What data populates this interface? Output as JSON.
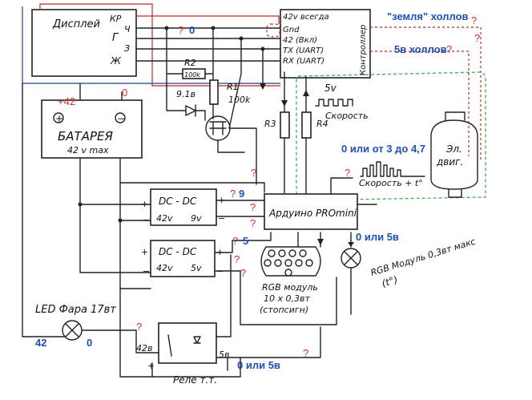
{
  "display": {
    "label": "Дисплей",
    "wires": [
      "КР",
      "Ч",
      "Г",
      "З",
      "Ж"
    ]
  },
  "controller": {
    "label": "Контроллер",
    "pins": [
      "42v всегда",
      "Gnd",
      "42 (Вкл)",
      "TX (UART)",
      "RX (UART)"
    ]
  },
  "battery": {
    "label": "БАТАРЕЯ",
    "spec": "42 v max",
    "plus": "+",
    "minus": "−"
  },
  "annotations": {
    "hall_ground": "\"земля\" холлов",
    "hall_5v": "5в холлов",
    "v42_top": "+42",
    "zero_display": "0",
    "zero_battery": "0",
    "zero_or_3_4_7": "0 или от 3 до 4,7",
    "nine": "9",
    "five": "5",
    "zero_or_5_rgb": "0 или 5в",
    "zero_or_5_relay": "0 или 5в",
    "v42_led": "42",
    "zero_led": "0",
    "q": "?"
  },
  "components": {
    "r2": "R2",
    "r2_value": "100k",
    "r1": "R1",
    "r1_value": "100k",
    "r3": "R3",
    "r4": "R4",
    "zener": "9.1в",
    "speed_v": "5v",
    "speed_label": "Скорость",
    "motor": [
      "Эл.",
      "двиг."
    ],
    "speed_temp": "Скорость + t°",
    "arduino": "Ардуино PROmini",
    "dcdc": "DC - DC",
    "dcdc1_in": "42v",
    "dcdc1_out": "9v",
    "dcdc2_in": "42v",
    "dcdc2_out": "5v",
    "rgb_module": [
      "RGB модуль",
      "10 х 0,3вт",
      "(стопсигн)"
    ],
    "rgb_module2": "RGB Модуль 0,3вт макс",
    "rgb_module2_t": "(t°)",
    "led_headlight": "LED Фара 17вт",
    "relay": "Реле т.т.",
    "relay_in": "42в",
    "relay_ctrl": "5в"
  }
}
